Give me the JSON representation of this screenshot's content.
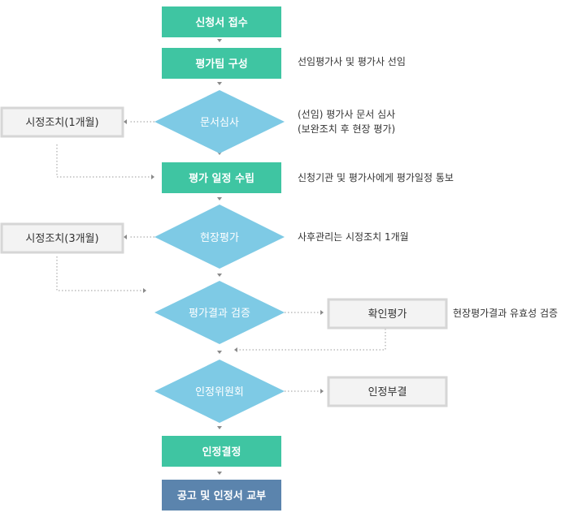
{
  "flow": {
    "steps": {
      "receive": "신청서 접수",
      "team": "평가팀 구성",
      "doc_review": "문서심사",
      "schedule": "평가 일정 수립",
      "onsite": "현장평가",
      "result_verify": "평가결과 검증",
      "committee": "인정위원회",
      "decision": "인정결정",
      "announce": "공고 및 인정서 교부"
    },
    "side_boxes": {
      "correction_1": "시정조치(1개월)",
      "correction_3": "시정조치(3개월)",
      "confirm_eval": "확인평가",
      "reject": "인정부결"
    },
    "notes": {
      "team": "선임평가사 및 평가사 선임",
      "doc_review_1": "(선임) 평가사 문서 심사",
      "doc_review_2": "(보완조치 후 현장 평가)",
      "schedule": "신청기관 및 평가사에게 평가일정 통보",
      "onsite": "사후관리는 시정조치 1개월",
      "confirm_eval": "현장평가결과 유효성 검증"
    },
    "colors": {
      "green": "#3fc5a2",
      "diamond": "#7ecae5",
      "navy": "#5b84ad",
      "gray_border": "#d6d6d6",
      "gray_fill": "#f3f3f3",
      "connector": "#999999"
    }
  }
}
